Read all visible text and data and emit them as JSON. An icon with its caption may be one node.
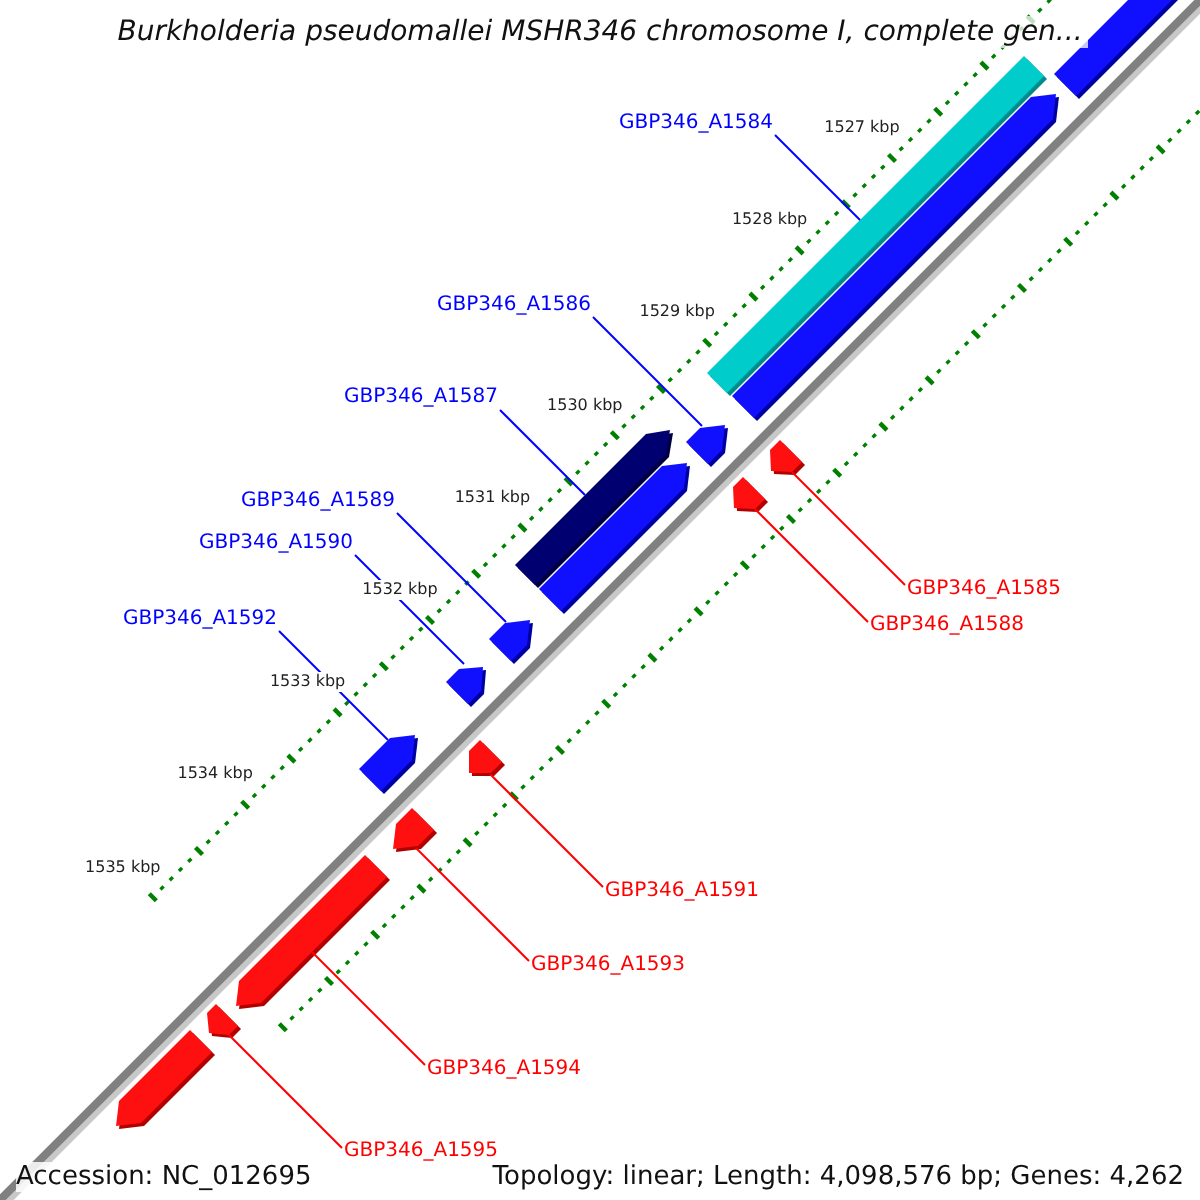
{
  "diagram": {
    "title": "Burkholderia pseudomallei MSHR346 chromosome I, complete gen...",
    "nodes": [
      {
        "text": [
          "GBP346_A1584"
        ]
      },
      {
        "text": [
          "GBP346_A1586"
        ]
      },
      {
        "text": [
          "GBP346_A1587"
        ]
      },
      {
        "text": [
          "GBP346_A1589"
        ]
      },
      {
        "text": [
          "GBP346_A1585"
        ]
      },
      {
        "text": [
          "GBP346_A1590"
        ]
      },
      {
        "text": [
          "GBP346_A1588"
        ]
      },
      {
        "text": [
          "GBP346_A1592"
        ]
      },
      {
        "text": [
          "GBP346_A1591"
        ]
      },
      {
        "text": [
          "GBP346_A1593"
        ]
      },
      {
        "text": [
          "GBP346_A1594"
        ]
      },
      {
        "text": [
          "GBP346_A1595"
        ]
      },
      {
        "text": [],
        "shape": "bar"
      },
      {
        "text": [],
        "shape": "bar"
      },
      {
        "text": [],
        "shape": "bar"
      },
      {
        "text": [],
        "shape": "bar"
      },
      {
        "text": [],
        "shape": "bar"
      },
      {
        "text": [],
        "shape": "bar"
      },
      {
        "text": [],
        "shape": "bar"
      },
      {
        "text": [],
        "shape": "bar"
      },
      {
        "text": [],
        "shape": "bar"
      },
      {
        "text": [],
        "shape": "bar"
      },
      {
        "text": [],
        "shape": "bar"
      },
      {
        "text": [],
        "shape": "bar"
      },
      {
        "text": [],
        "shape": "bar"
      },
      {
        "text": [],
        "shape": "bar"
      },
      {
        "text": [],
        "shape": "bar"
      },
      {
        "text": [],
        "shape": "bar"
      }
    ],
    "edges": [
      {
        "from": 0,
        "to": 12,
        "arrow": "none"
      },
      {
        "from": 1,
        "to": 15,
        "arrow": "none"
      },
      {
        "from": 2,
        "to": 16,
        "arrow": "none"
      },
      {
        "from": 3,
        "to": 20,
        "arrow": "none"
      },
      {
        "from": 4,
        "to": 17,
        "arrow": "none",
        "color": "#ff0000"
      },
      {
        "from": 5,
        "to": 21,
        "arrow": "none"
      },
      {
        "from": 6,
        "to": 19,
        "arrow": "none",
        "color": "#ff0000"
      },
      {
        "from": 7,
        "to": 22,
        "arrow": "none"
      },
      {
        "from": 8,
        "to": 23,
        "arrow": "none",
        "color": "#ff0000"
      },
      {
        "from": 9,
        "to": 24,
        "arrow": "none",
        "color": "#ff0000"
      },
      {
        "from": 10,
        "to": 25,
        "arrow": "none",
        "color": "#ff0000"
      },
      {
        "from": 11,
        "to": 26,
        "arrow": "none",
        "color": "#ff0000"
      }
    ],
    "labels": [
      "1527 kbp",
      "1528 kbp",
      "1529 kbp",
      "1530 kbp",
      "1531 kbp",
      "1532 kbp",
      "1533 kbp",
      "1534 kbp",
      "1535 kbp",
      "Accession: NC_012695",
      "Topology: linear; Length: 4,098,576 bp; Genes: 4,262"
    ]
  }
}
